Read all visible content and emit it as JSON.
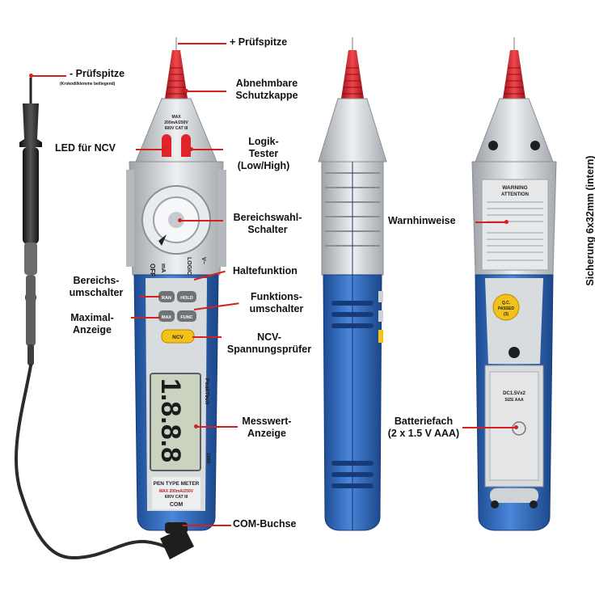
{
  "labels": {
    "plus_tip": "+ Prüfspitze",
    "minus_tip": "- Prüfspitze",
    "minus_tip_note": "(Krokodilklemme beiliegend)",
    "cap_line1": "Abnehmbare",
    "cap_line2": "Schutzkappe",
    "led_ncv": "LED für NCV",
    "logic_line1": "Logik-",
    "logic_line2": "Tester",
    "logic_line3": "(Low/High)",
    "range_switch_line1": "Bereichswahl-",
    "range_switch_line2": "Schalter",
    "hold_func": "Haltefunktion",
    "range_btn_line1": "Bereichs-",
    "range_btn_line2": "umschalter",
    "func_line1": "Funktions-",
    "func_line2": "umschalter",
    "max_line1": "Maximal-",
    "max_line2": "Anzeige",
    "ncv_line1": "NCV-",
    "ncv_line2": "Spannungsprüfer",
    "value_line1": "Messwert-",
    "value_line2": "Anzeige",
    "com": "COM-Buchse",
    "warnings": "Warnhinweise",
    "battery_line1": "Batteriefach",
    "battery_line2": "(2 x 1.5 V AAA)",
    "fuse": "Sicherung 6x32mm (intern)"
  },
  "device": {
    "brand": "PeakTech",
    "model": "1080",
    "display_digits": "1.8.8.8",
    "cap_text_line1": "MAX",
    "cap_text_line2": "200mA/250V",
    "cap_text_line3": "600V CAT III",
    "dial_off": "OFF",
    "dial_logic": "LOGIC",
    "dial_v": "V~",
    "dial_ma": "mA",
    "btn_range": "RAN",
    "btn_hold": "HOLD",
    "btn_max": "MAX",
    "btn_func": "FUNC",
    "btn_ncv": "NCV",
    "bottom_title": "PEN TYPE METER",
    "bottom_rating_line1": "MAX 200mA/250V",
    "bottom_rating_line2": "600V CAT III",
    "bottom_com": "COM",
    "warning_title": "WARNING",
    "warning_sub": "ATTENTION",
    "qc_line1": "Q.C.",
    "qc_line2": "PASSED",
    "qc_line3": "(3)",
    "battery_text": "DC1.5Vx2",
    "battery_size": "SIZE AAA"
  },
  "colors": {
    "label_line": "#d61f1f",
    "probe_red": "#d8232a",
    "body_blue": "#2f64b8",
    "body_silver": "#d8dadd",
    "ncv_yellow": "#f2c21b",
    "lcd": "#c9d3c0"
  }
}
